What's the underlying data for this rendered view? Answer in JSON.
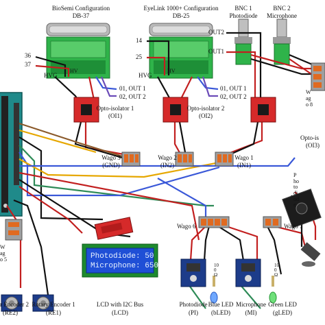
{
  "connectors": {
    "biosemi_title": "BioSemi Configuration",
    "biosemi_sub": "DB-37",
    "eyelink_title": "EyeLink 1000+ Configuration",
    "eyelink_sub": "DB-25",
    "bnc1_title": "BNC 1",
    "bnc1_sub": "Photodiode",
    "bnc2_title": "BNC 2",
    "bnc2_sub": "Microphone"
  },
  "pins": {
    "p36": "36",
    "p37": "37",
    "p14": "14",
    "p25": "25",
    "hvg_left": "HVG",
    "hvg_mid": "HVG",
    "hv_left": "HV",
    "hv_mid": "HV",
    "out2": "OUT2",
    "out1": "OUT1"
  },
  "outputs": {
    "left_out1": "01, OUT 1",
    "left_out2": "02, OUT 2",
    "mid_out1": "01, OUT 1",
    "mid_out2": "02, OUT 2"
  },
  "optoisolators": {
    "oi1_name": "Opto-isolator 1",
    "oi1_id": "(OI1)",
    "oi2_name": "Opto-isolator 2",
    "oi2_id": "(OI2)",
    "oi3_name": "Opto-is",
    "oi3_id": "(OI3)"
  },
  "wagos": {
    "w3_name": "Wago 3",
    "w3_id": "(GND)",
    "w2_name": "Wago 2",
    "w2_id": "(IN2)",
    "w1_name": "Wago 1",
    "w1_id": "(IN1)",
    "w6": "Wago 6",
    "w7": "Wago 7",
    "w8_vertical": "Wago 8",
    "w5_vertical": "Wago 5",
    "photodiode_vertical": "Photodiode"
  },
  "lcd": {
    "line1": "Photodiode: 50",
    "line2": "Microphone: 650",
    "caption1": "LCD with I2C Bus",
    "caption2": "(LCD)"
  },
  "components": {
    "re2_name": "r Encoder 2",
    "re2_id": "(RE2)",
    "re1_name": "Rotary Encoder 1",
    "re1_id": "(RE1)",
    "pi_name": "Photodiode",
    "pi_id": "(PI)",
    "bled_name": "Blue LED",
    "bled_id": "(bLED)",
    "mi_name": "Microphone",
    "mi_id": "(MI)",
    "gled_name": "Green LED",
    "gled_id": "(gLED)",
    "ohm_text": "100 Ω"
  },
  "colors": {
    "board_green": "#2fb34a",
    "connector_grey": "#b9b9b9",
    "optoisolator_red": "#d62a2a",
    "lcd_blue": "#1f4fd6",
    "pcb_blue": "#1d3c8a",
    "arduino_teal": "#1f8a8a"
  }
}
